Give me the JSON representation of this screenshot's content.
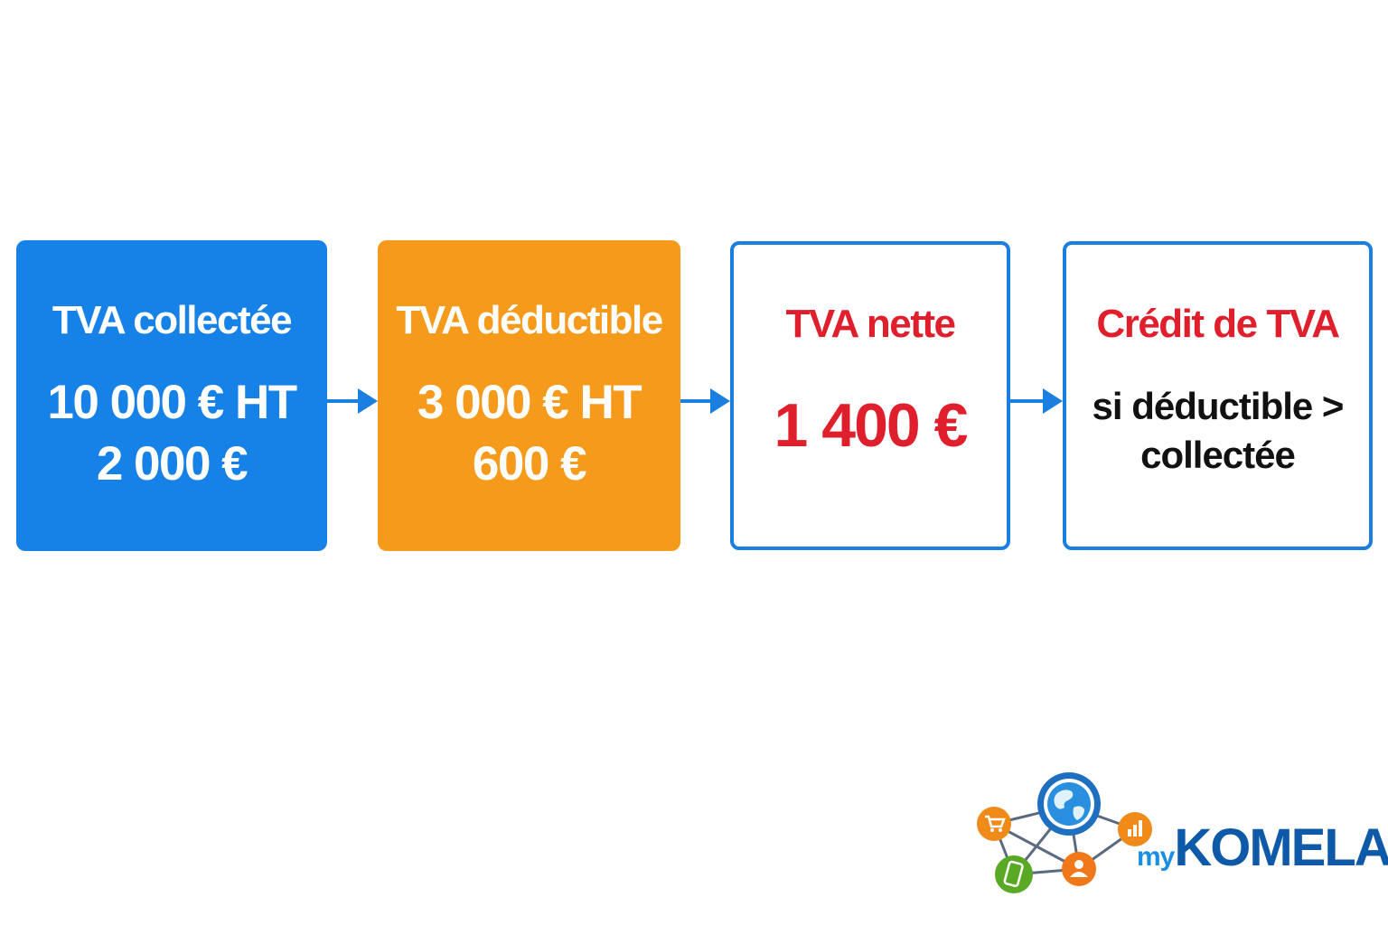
{
  "flow": {
    "collectee": {
      "title": "TVA collectée",
      "line1": "10 000 € HT",
      "line2": "2 000 €",
      "color": "#1681e6"
    },
    "deductible": {
      "title": "TVA déductible",
      "line1": "3 000 € HT",
      "line2": "600 €",
      "color": "#f59a1a"
    },
    "nette": {
      "title": "TVA nette",
      "value": "1 400 €",
      "color": "#e01f2c"
    },
    "credit": {
      "title": "Crédit de TVA",
      "line1": "si déductible >",
      "line2": "collectée",
      "color": "#e01f2c"
    },
    "arrow_color": "#1a7fe0"
  },
  "logo": {
    "prefix": "my",
    "name": "KOMELA",
    "icons": [
      "globe-icon",
      "cart-icon",
      "chart-icon",
      "phone-icon",
      "user-icon"
    ]
  }
}
